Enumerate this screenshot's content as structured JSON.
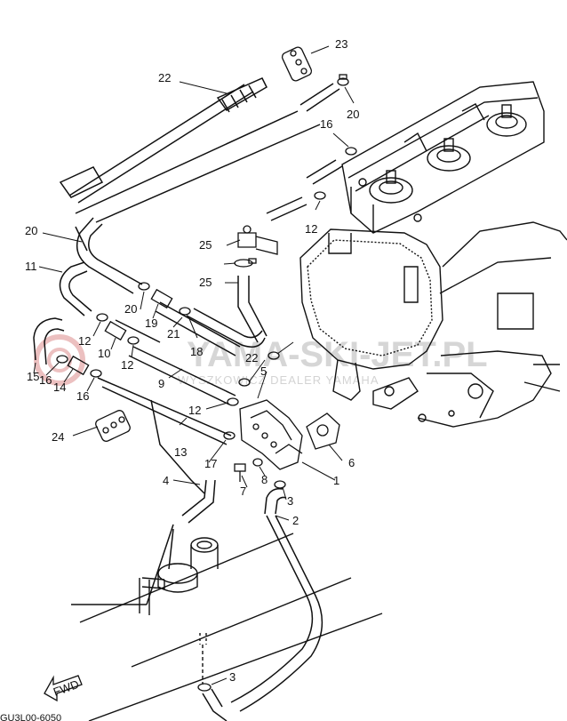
{
  "watermark": {
    "main": "YAMA-SKI-JET.PL",
    "sub": "WYSZKOWICZ DEALER YAMAHA"
  },
  "fwd_label": "FWD",
  "drawing_code": "GU3L00-6050",
  "callouts": [
    "1",
    "2",
    "3",
    "3",
    "4",
    "5",
    "6",
    "7",
    "8",
    "9",
    "10",
    "11",
    "12",
    "12",
    "12",
    "12",
    "13",
    "14",
    "15",
    "16",
    "16",
    "16",
    "17",
    "18",
    "19",
    "20",
    "20",
    "20",
    "21",
    "22",
    "22",
    "23",
    "24",
    "25",
    "25"
  ]
}
